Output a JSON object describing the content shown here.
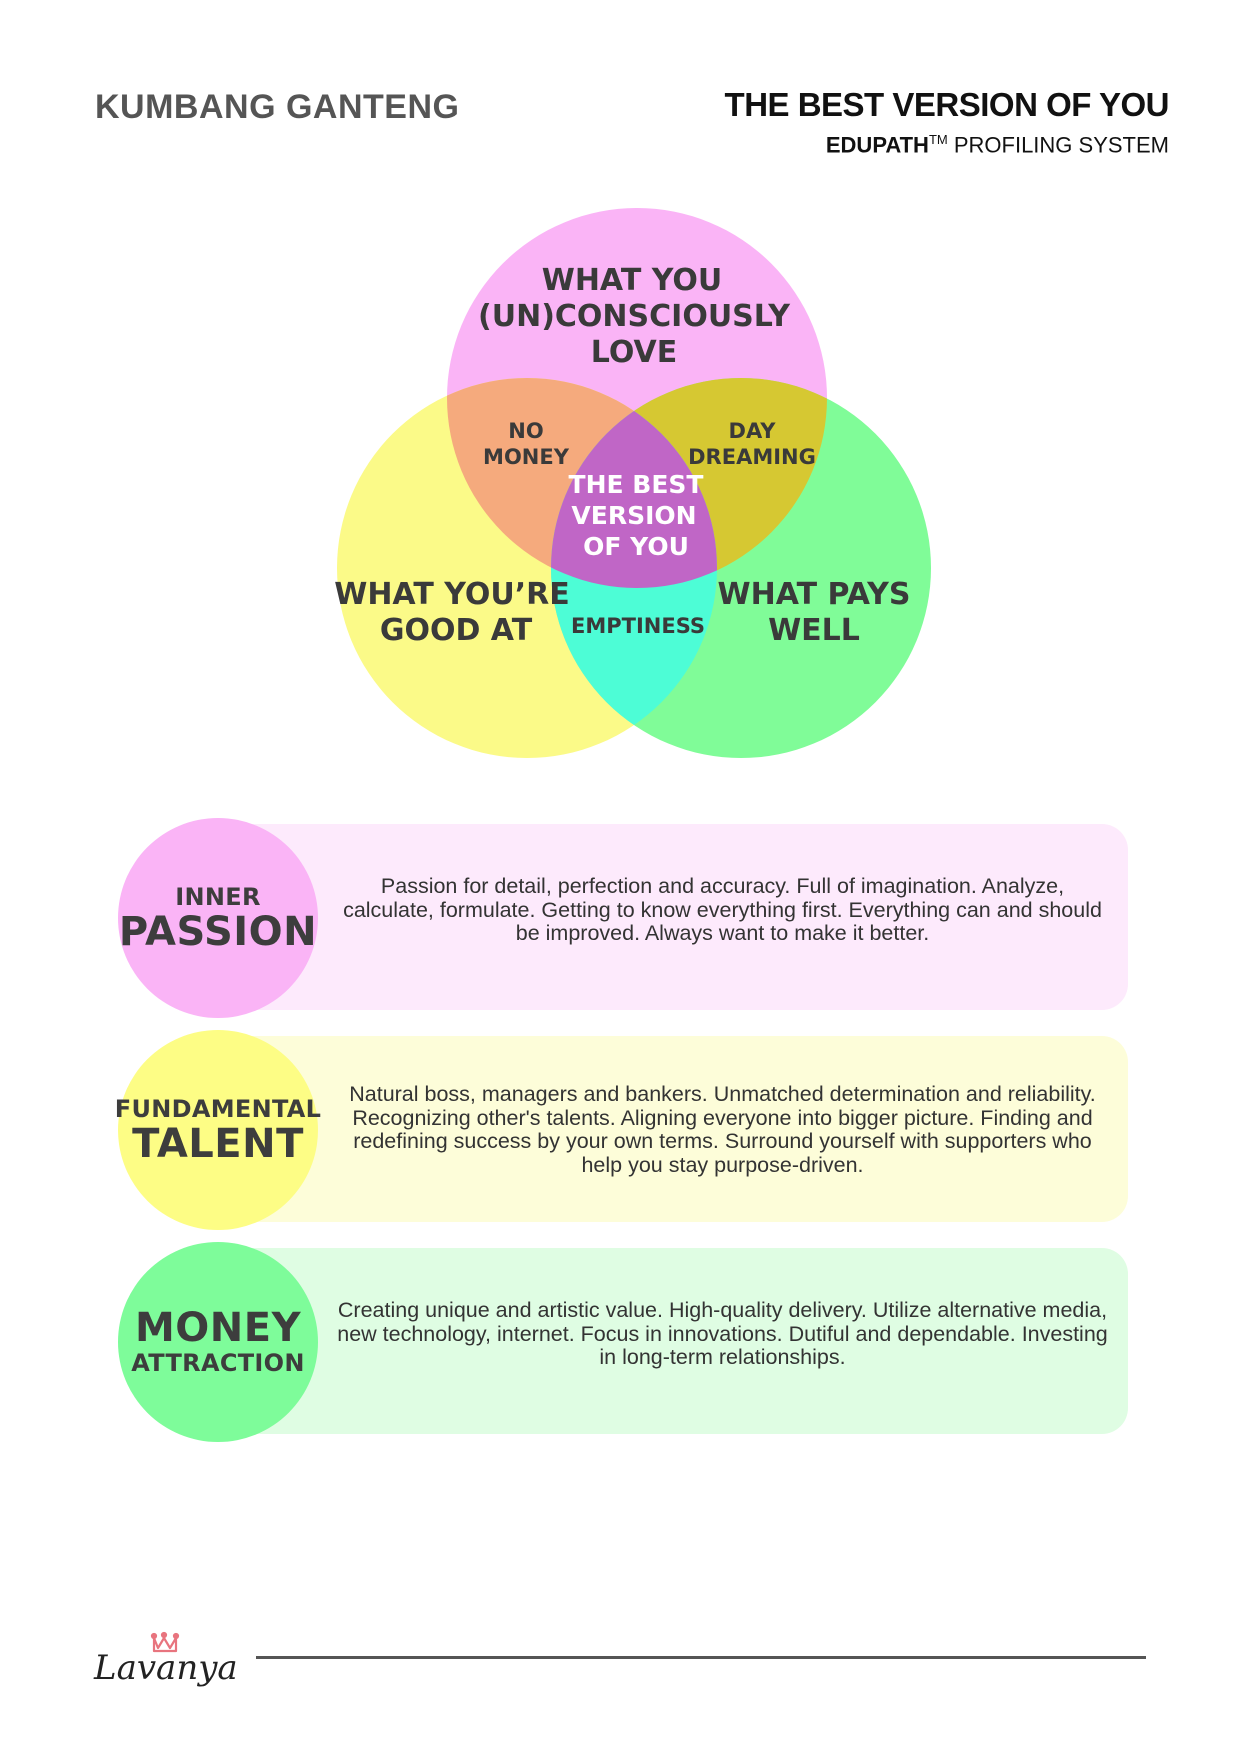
{
  "header": {
    "name": "KUMBANG GANTENG",
    "title": "THE BEST VERSION OF YOU",
    "brand": "EDUPATH",
    "trademark": "TM",
    "system": " PROFILING SYSTEM"
  },
  "venn": {
    "love": [
      "WHAT YOU",
      "(UN)CONSCIOUSLY",
      "LOVE"
    ],
    "good_at": [
      "WHAT YOU’RE",
      "GOOD AT"
    ],
    "pays_well": [
      "WHAT PAYS",
      "WELL"
    ],
    "no_money": [
      "NO",
      "MONEY"
    ],
    "day_dreaming": [
      "DAY",
      "DREAMING"
    ],
    "emptiness": "EMPTINESS",
    "center": [
      "THE BEST",
      "VERSION",
      "OF YOU"
    ],
    "colors": {
      "pink": "#fab4f6",
      "yellow": "#fbfa88",
      "green": "#80fc98",
      "pink_yellow": "#f5aa7d",
      "pink_green": "#d6c832",
      "yellow_green": "#4dfdd6",
      "center": "#c066c6"
    }
  },
  "rows": [
    {
      "small": "INNER",
      "big": "PASSION",
      "text": "Passion for detail, perfection and accuracy. Full of imagination. Analyze, calculate, formulate. Getting to know everything first. Everything can and should be improved. Always want to make it better."
    },
    {
      "small": "FUNDAMENTAL",
      "big": "TALENT",
      "text": "Natural boss, managers and bankers. Unmatched determination and reliability. Recognizing other's talents. Aligning everyone into bigger picture. Finding and redefining success by your own terms. Surround yourself with supporters who help you stay purpose-driven."
    },
    {
      "big": "MONEY",
      "small": "ATTRACTION",
      "text": "Creating unique and artistic value. High-quality delivery. Utilize alternative media, new technology, internet. Focus in innovations. Dutiful and dependable. Investing in long-term relationships."
    }
  ],
  "footer": {
    "logo": "Lavanya"
  }
}
